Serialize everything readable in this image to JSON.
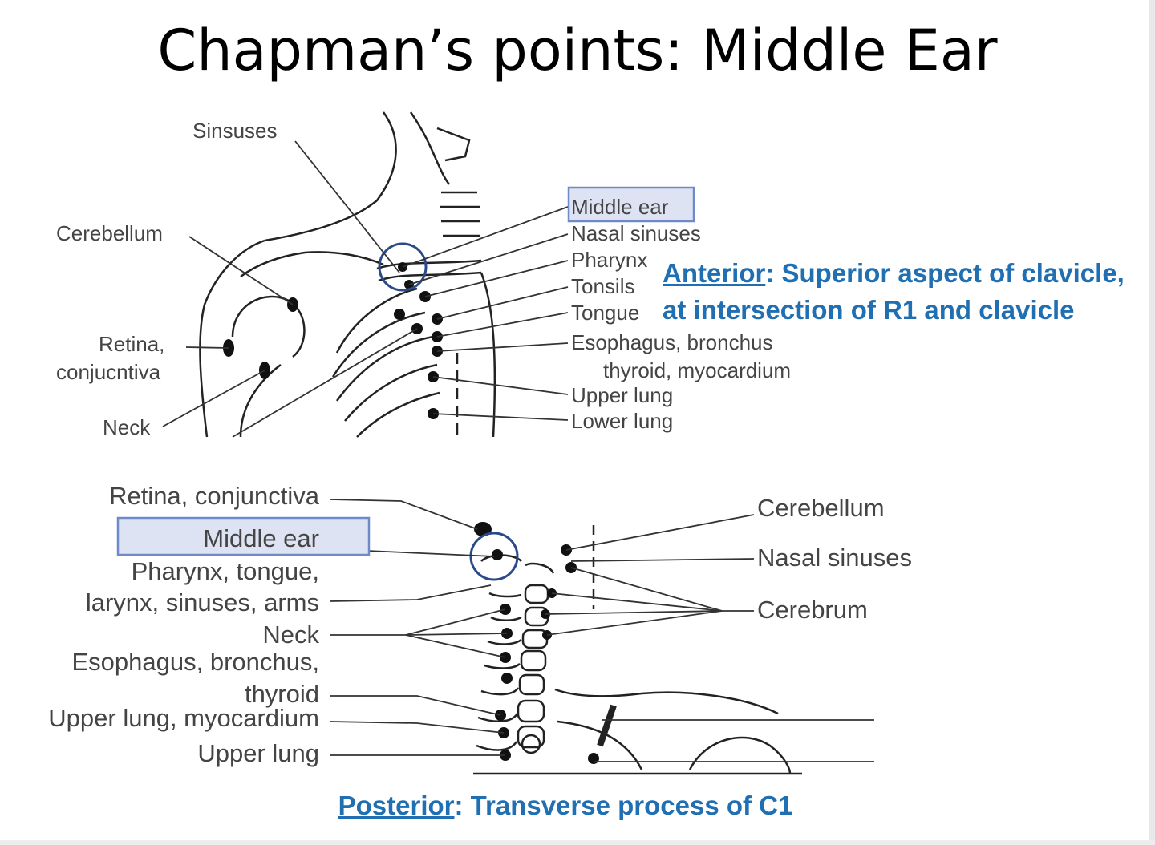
{
  "title": "Chapman’s points: Middle Ear",
  "anterior": {
    "heading": "Anterior",
    "line1": ": Superior aspect of clavicle,",
    "line2": "at intersection of R1 and clavicle",
    "labels": {
      "sinsuses": "Sinsuses",
      "cerebellum": "Cerebellum",
      "retina1": "Retina,",
      "retina2": "conjucntiva",
      "neck": "Neck",
      "middle_ear": "Middle ear",
      "nasal_sinuses": "Nasal sinuses",
      "pharynx": "Pharynx",
      "tonsils": "Tonsils",
      "tongue": "Tongue",
      "esophagus": "Esophagus, bronchus",
      "thyroid": "thyroid, myocardium",
      "upper_lung": "Upper lung",
      "lower_lung": "Lower lung"
    }
  },
  "posterior": {
    "heading": "Posterior",
    "text": ": Transverse process of C1",
    "labels": {
      "retina": "Retina, conjunctiva",
      "middle_ear": "Middle ear",
      "pharynx1": "Pharynx, tongue,",
      "pharynx2": "larynx, sinuses, arms",
      "neck": "Neck",
      "esophagus": "Esophagus, bronchus,",
      "thyroid": "thyroid",
      "upper_lung_myo": "Upper lung, myocardium",
      "upper_lung": "Upper lung",
      "cerebellum": "Cerebellum",
      "nasal_sinuses": "Nasal sinuses",
      "cerebrum": "Cerebrum"
    }
  },
  "colors": {
    "accent": "#1f6fb2",
    "highlight_fill": "#dde3f2",
    "highlight_stroke": "#6f8ac8",
    "circle": "#2a4a8a"
  }
}
